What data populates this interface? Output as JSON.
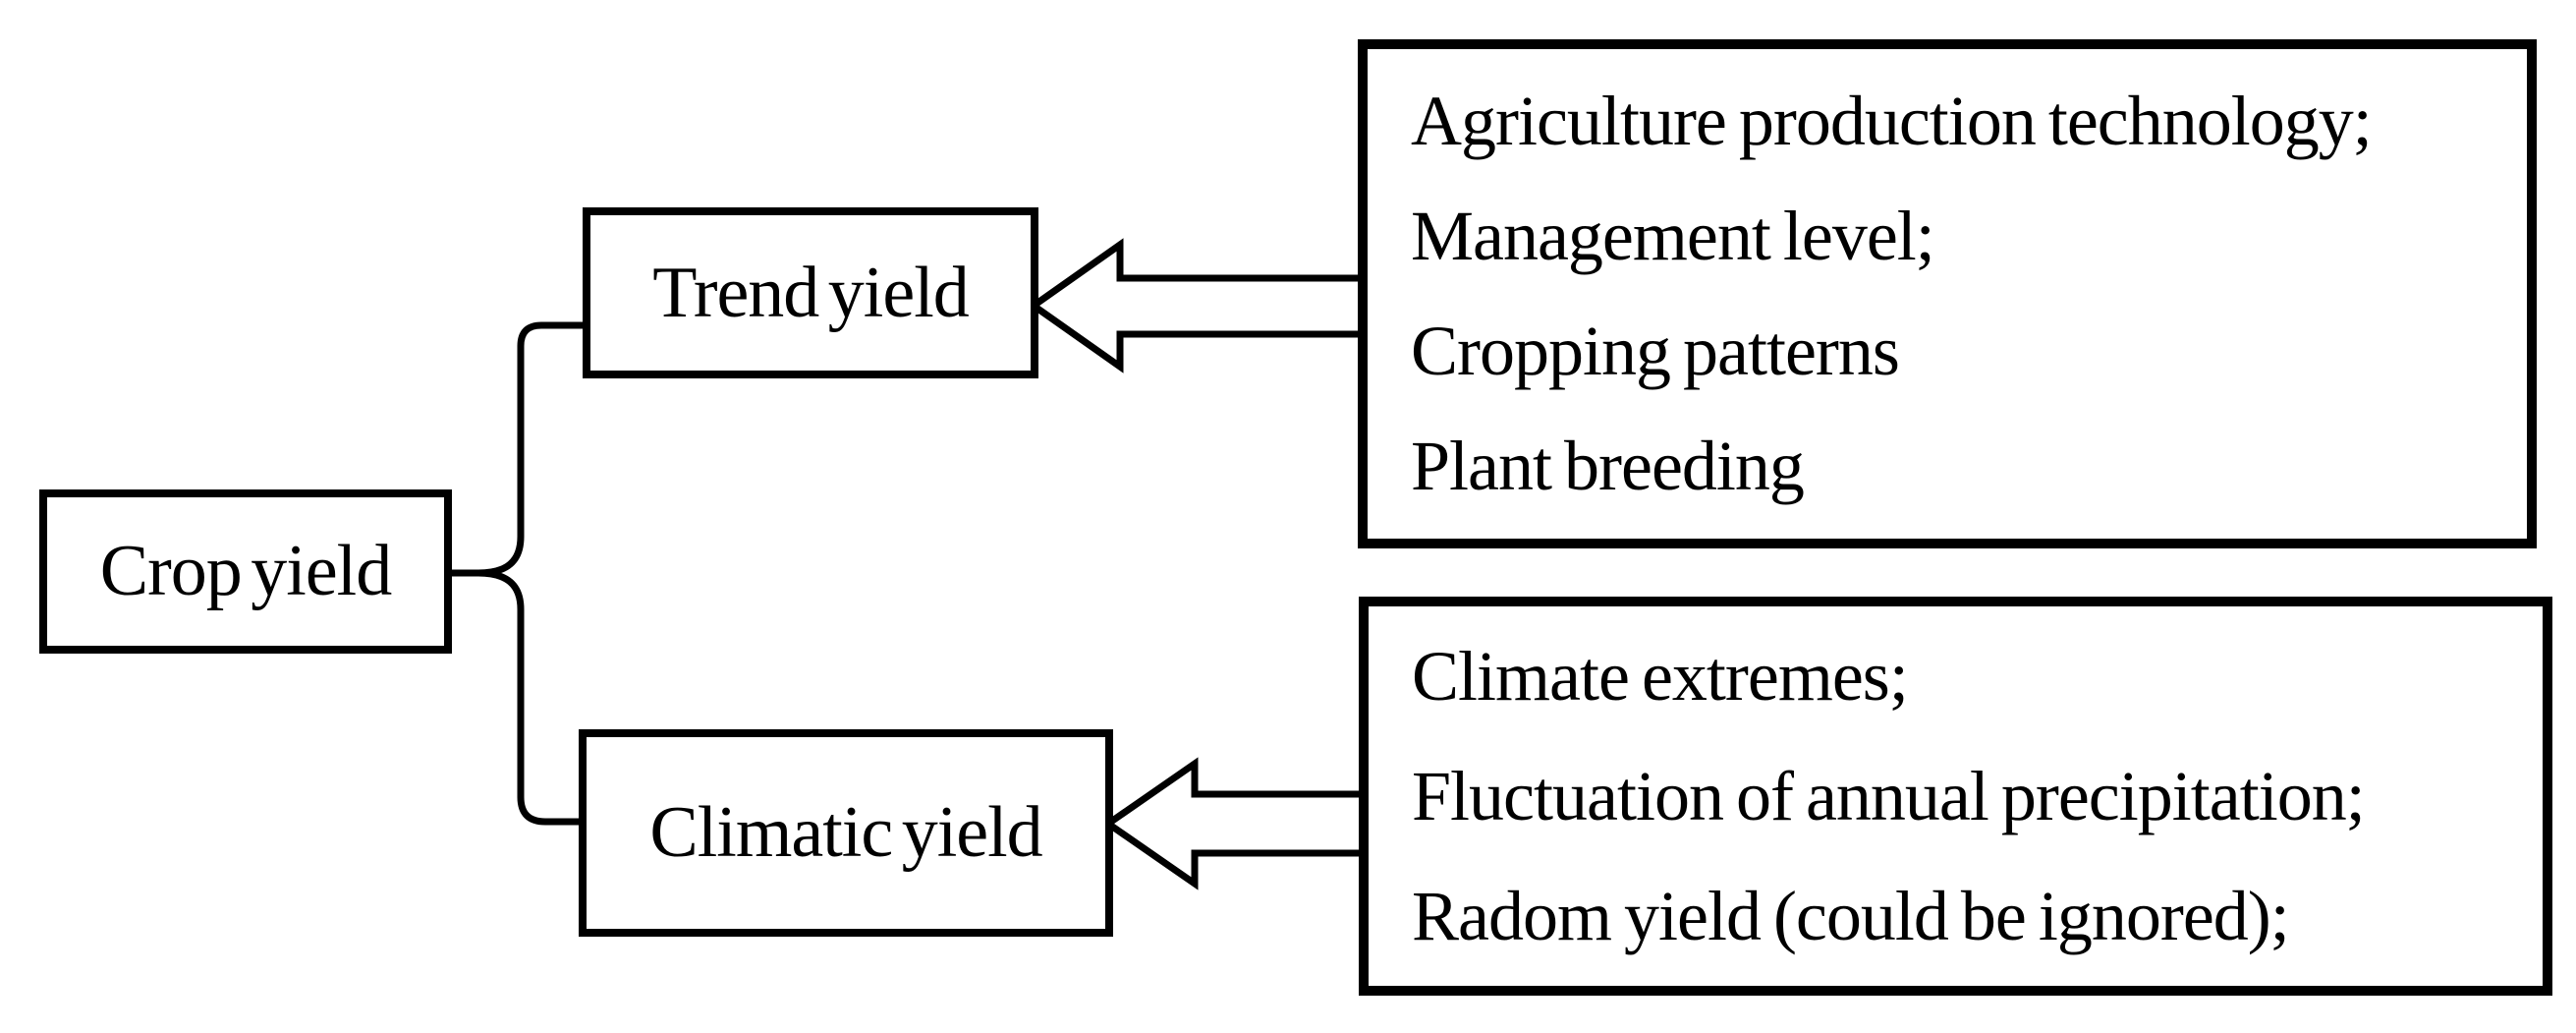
{
  "colors": {
    "background": "#ffffff",
    "ink": "#000000"
  },
  "nodes": {
    "crop_yield": {
      "label": "Crop yield"
    },
    "trend_yield": {
      "label": "Trend yield"
    },
    "climatic_yield": {
      "label": "Climatic yield"
    }
  },
  "factors": {
    "trend": {
      "lines": [
        "Agriculture production technology;",
        "Management level;",
        "Cropping patterns",
        "Plant breeding"
      ]
    },
    "climatic": {
      "lines": [
        "Climate extremes;",
        "Fluctuation of annual precipitation;",
        "Radom yield (could be ignored);"
      ]
    }
  }
}
